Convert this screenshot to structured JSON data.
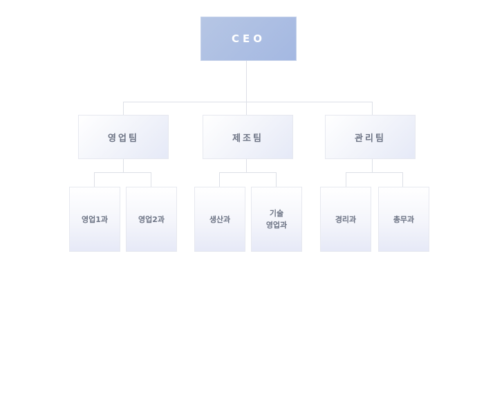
{
  "ceo": {
    "label": "CEO"
  },
  "teams": [
    {
      "label": "영업팀",
      "sections": [
        "영업1과",
        "영업2과"
      ]
    },
    {
      "label": "제조팀",
      "sections": [
        "생산과",
        "기술\n영업과"
      ]
    },
    {
      "label": "관리팀",
      "sections": [
        "경리과",
        "총무과"
      ]
    }
  ]
}
